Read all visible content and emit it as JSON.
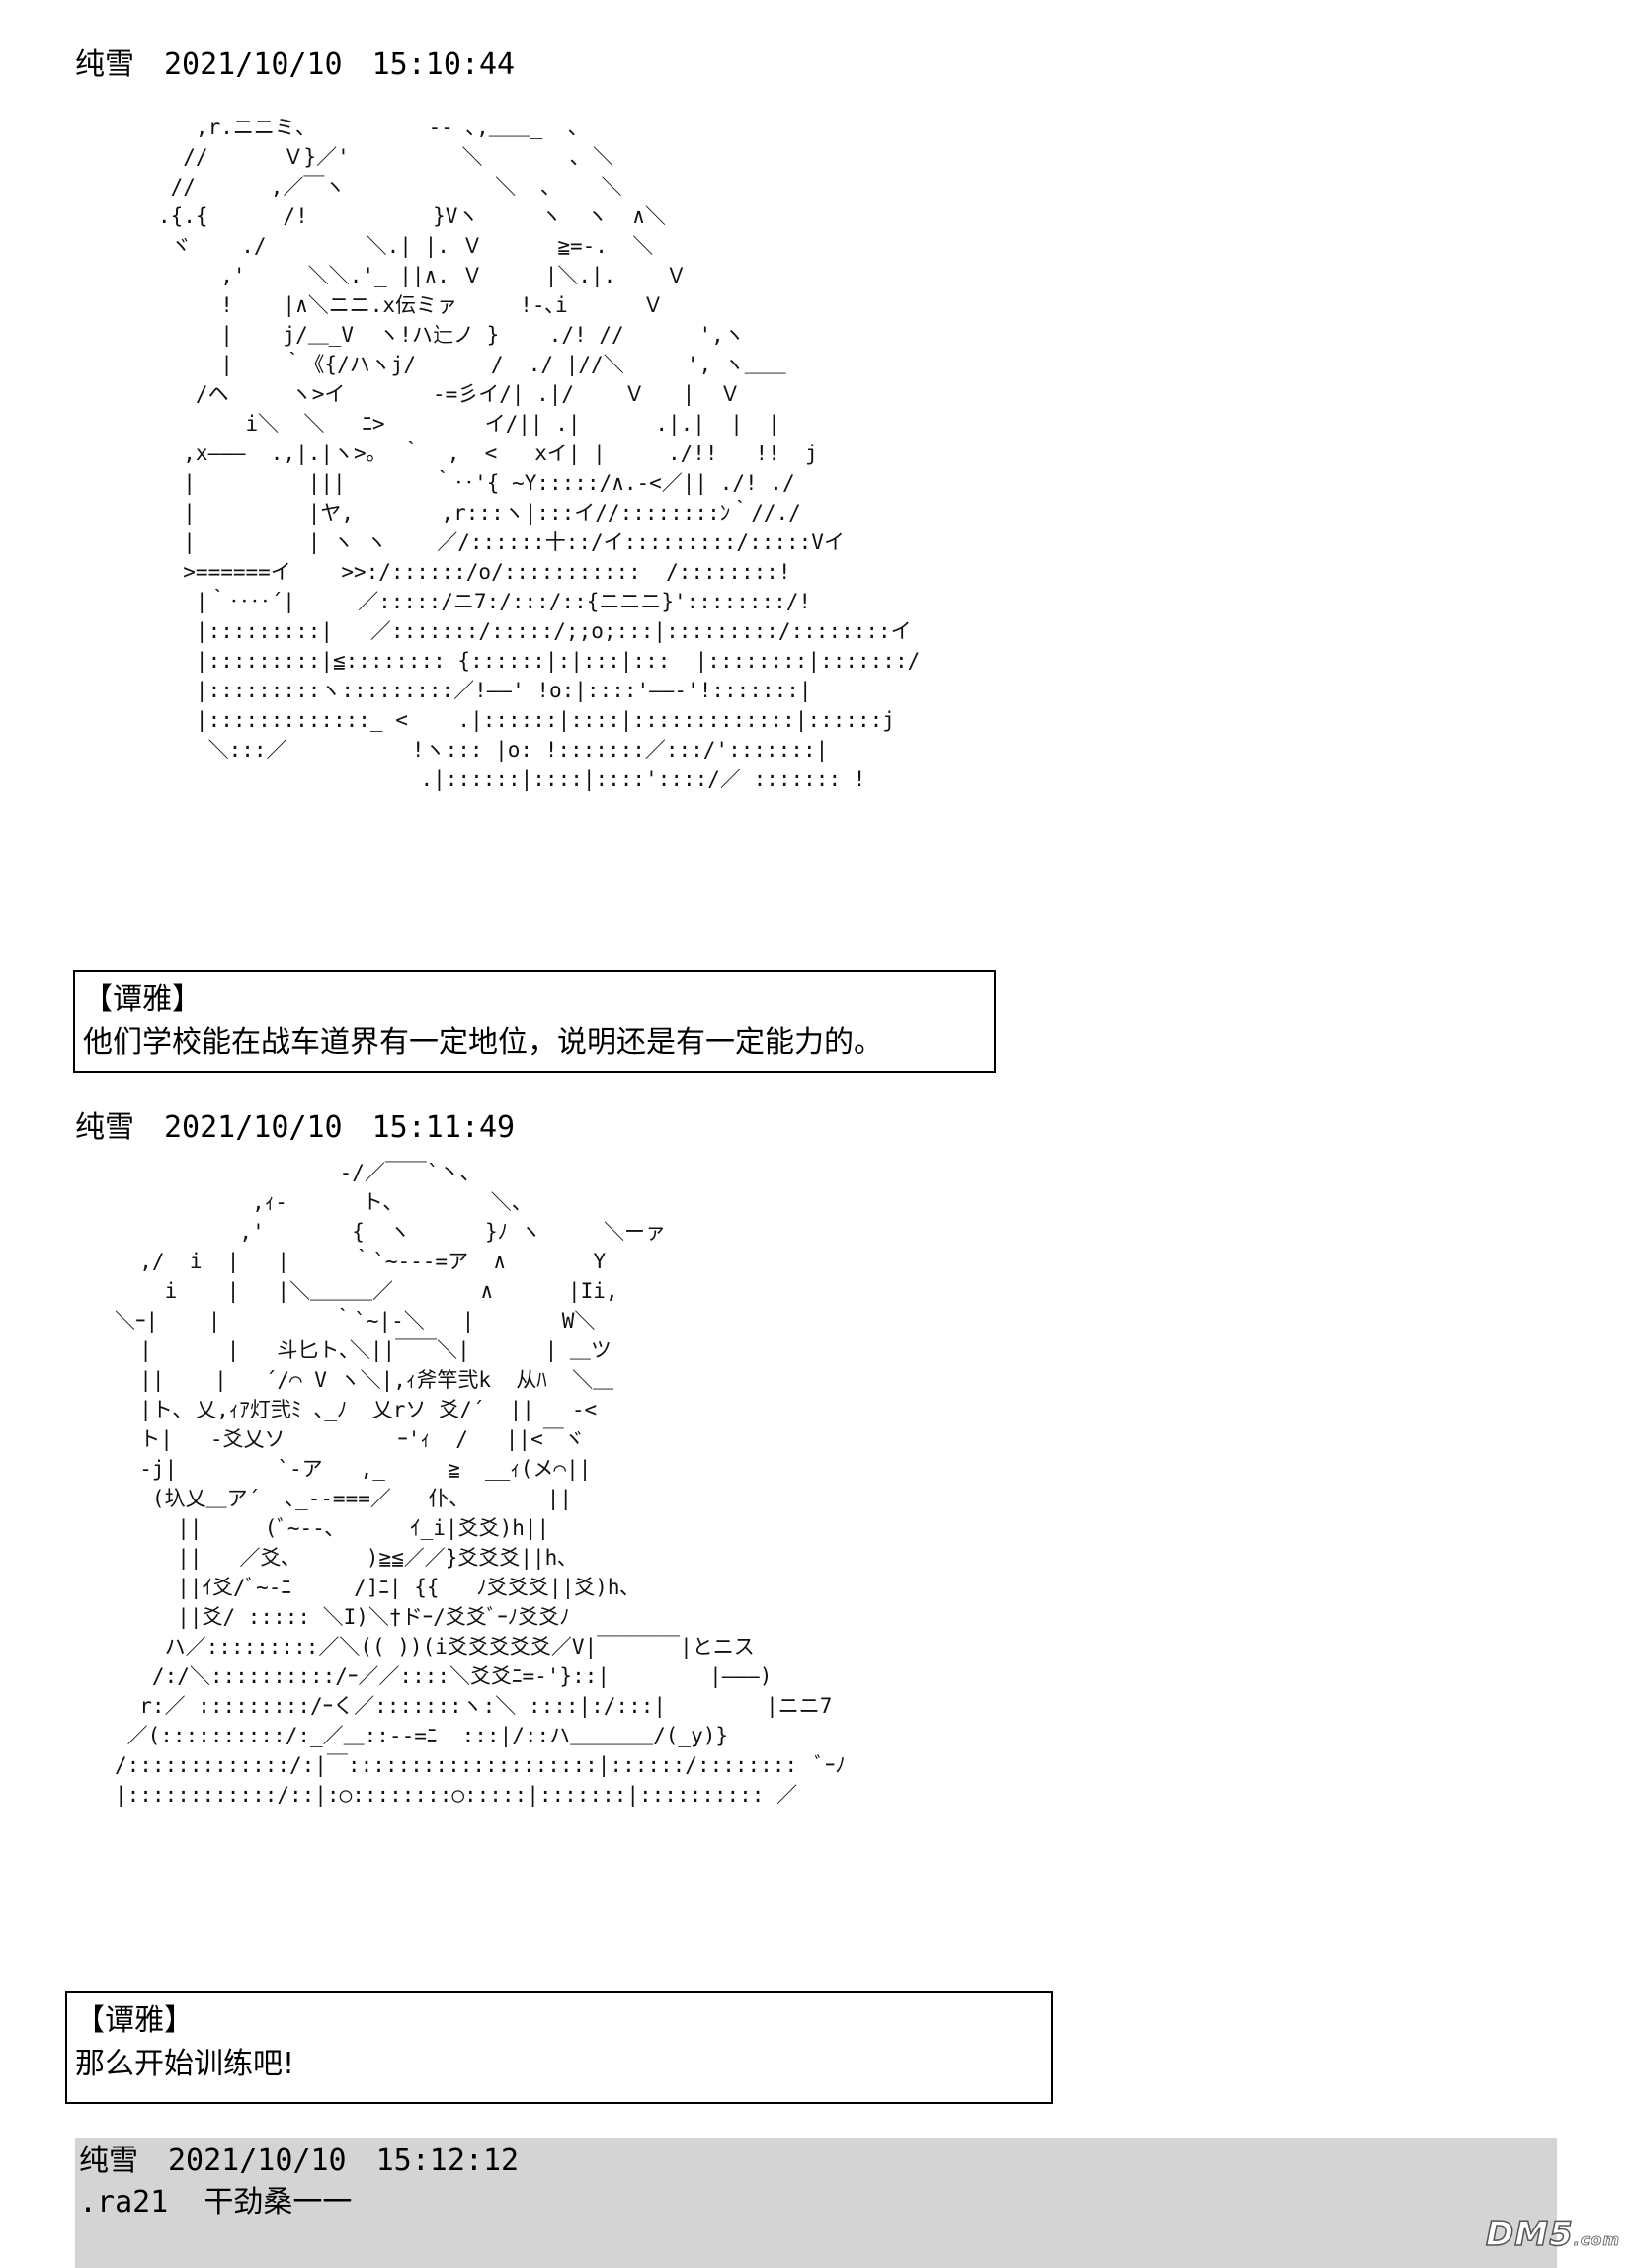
{
  "posts": [
    {
      "author": "纯雪",
      "date": "2021/10/10",
      "time": "15:10:44",
      "art": "   ,r.ニニミ、         ‐‐ ､,＿＿_  、\n  //      Ｖ}／'         ＼       ､ ＼\n //      ,／￣ヽ            ＼  ､    ＼\n.{.{      /!          }Vヽ     ヽ  ヽ  ∧＼\n ヾ    ./        ＼.| |. Ｖ      ≧=‐.  ＼\n     ,'     ＼＼.'_ ||∧. Ｖ     |＼.|.    Ｖ\n     !    |∧＼ニニ.x伝ミァ     !‐､i      Ｖ\n     |    j/＿_V  ヽ!ハ辷ノ }    ./! //      ',ヽ\n     |    ｀《{/ハヽj/      /  ./ |//＼     ', ヽ＿＿\n   /ヘ     ヽ>イ       ‐=彡イ/| .|/    Ｖ   |  Ｖ\n       i＼  ＼   ﾆ>        イ/|| .|      .|.|  |  |\n  ,x―――  .,|.|ヽ>｡  ｀  ,  <   xイ| |     ./!!   !!  j\n  |         |||       ｀‥'{ ~Y:::::/∧.‐<／|| ./! ./\n  |         |ヤ,       ,r:::ヽ|:::イ//::::::::ﾝ｀//./\n  |         | ヽ ヽ    ／/::::::十::/イ:::::::::/:::::Vイ\n  >======イ    >>:/::::::/o/:::::::::::  /::::::::!\n   |｀‥‥´|     ／:::::/ニ7:/:::/::{ニニニ}'::::::::/!\n   |:::::::::|   ／:::::::/:::::/;;o;:::|:::::::::/::::::::イ\n   |:::::::::|≦:::::::: {::::::|:|:::|:::  |::::::::|:::::::/\n   |:::::::::ヽ:::::::::／!――' !o:|::::'――‐'!:::::::|\n   |:::::::::::::_ <    .|::::::|::::|:::::::::::::|::::::j\n    ＼:::／          !ヽ::: |o: !:::::::／:::/':::::::|\n                     .|::::::|::::|::::'::::/／ ::::::: !",
      "speaker": "【谭雅】",
      "dialog": "他们学校能在战车道界有一定地位，说明还是有一定能力的。"
    },
    {
      "author": "纯雪",
      "date": "2021/10/10",
      "time": "15:11:49",
      "art": "                  -/／￣￣`丶、\n           ,ｨ‐      ト、       ＼、\n          ,'       {  ヽ      }ﾉ ヽ     ＼ーァ\n  ,/  i  |   |     ｀`~-‐‐=ア  ∧       Y\n    i    |   |＼＿＿＿／       ∧      |Ii,\n＼ｰ|    |         ｀`~|-＼   |       W＼\n  |      |   斗匕ト､＼||￣￣＼|      | ＿ツ\n  ||    |   ´/⌒ V ヽ＼|,ｨ斧竿弐k  从ﾊ  ＼＿\n  |ト､ 乂,ｨｱ灯弐ﾐ ､_ﾉ  乂rソ 爻/´  ||   ‐<\n  ト|   ‐爻乂ソ         ｰ'ｨ  /   ||<￣ヾ\n  ‐j|        `‐ア   ,_     ≧  __ｨ(メ⌒||\n   (圦乂＿ア´  ､_‐‐===／   仆､       ||\n     ||     (ﾞ~‐-､      ｲ_i|爻爻)h||\n     ||   ／爻､      )≧≦／／}爻爻爻||h､\n     ||ｲ爻/ﾞ~‐ﾆ     /]ﾆ| {{   ﾉ爻爻爻||爻)h､\n     ||爻/ ::::: ＼I)＼†ドｰ/爻爻ﾞｰﾉ爻爻ﾉ\n    ハ／:::::::::／＼(( ))(i爻爻爻爻爻／V|￣￣￣￣|とニス\n   /:/＼::::::::::/ｰ／／::::＼爻爻ﾆ=‐'}::|        |―――)\n  r:／ :::::::::/ｰく／:::::::ヽ:＼ ::::|:/:::|        |ニニ7\n ／(::::::::::/:_／＿::-‐=ﾆ  :::|/::ハ＿＿＿＿/(_y)}\n/:::::::::::::/:|￣::::::::::::::::::::|::::::/::::::::  ﾞｰﾉ\n|::::::::::::/::|:○::::::::○:::::|:::::::|:::::::::: ／",
      "speaker": "【谭雅】",
      "dialog": "那么开始训练吧!"
    },
    {
      "author": "纯雪",
      "date": "2021/10/10",
      "time": "15:12:12",
      "message": ".ra21  干劲桑一一"
    }
  ],
  "watermark": {
    "brand": "DM5",
    "suffix": ".com"
  },
  "colors": {
    "background": "#ffffff",
    "highlight_post": "#d4d4d4",
    "text": "#000000"
  }
}
